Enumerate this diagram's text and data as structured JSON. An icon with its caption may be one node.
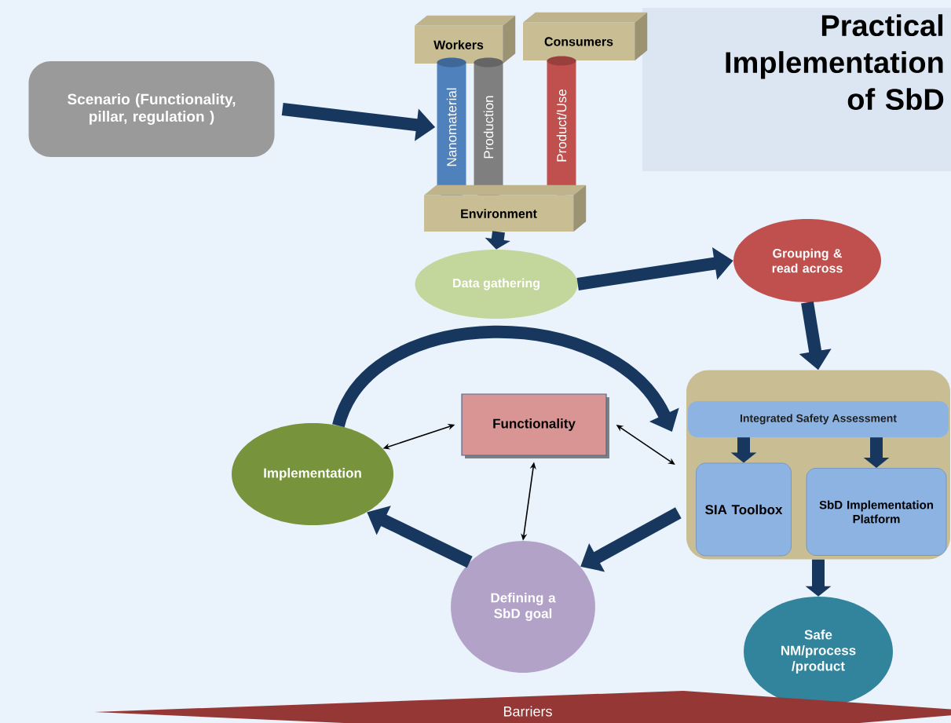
{
  "diagram": {
    "title": "Practical Implementation of SbD",
    "nodes": [
      {
        "text": [
          "Scenario (Functionality, pillar, regulation )"
        ]
      },
      {
        "text": [
          "Workers"
        ]
      },
      {
        "text": [
          "Consumers"
        ]
      },
      {
        "text": [
          "Nanomaterial"
        ]
      },
      {
        "text": [
          "Production"
        ]
      },
      {
        "text": [
          "Product/Use"
        ]
      },
      {
        "text": [
          "Environment"
        ]
      },
      {
        "text": [
          "Data gathering"
        ]
      },
      {
        "text": [
          "Grouping & read across"
        ]
      },
      {
        "text": [],
        "shape": "box"
      },
      {
        "text": [
          "Integrated Safety Assessment"
        ],
        "in": 9
      },
      {
        "text": [
          "SIA Toolbox"
        ],
        "in": 9
      },
      {
        "text": [
          "SbD Implementation Platform"
        ],
        "in": 9
      },
      {
        "text": [
          "Functionality"
        ]
      },
      {
        "text": [
          "Implementation"
        ]
      },
      {
        "text": [
          "Defining a SbD goal"
        ]
      },
      {
        "text": [
          "Safe NM/process /product"
        ]
      },
      {
        "text": [
          "Barriers"
        ]
      }
    ],
    "edges": [
      {
        "from": 0,
        "to": 3,
        "arrow": "to"
      },
      {
        "from": 6,
        "to": 7,
        "arrow": "to"
      },
      {
        "from": 7,
        "to": 8,
        "arrow": "to"
      },
      {
        "from": 8,
        "to": 9,
        "arrow": "to"
      },
      {
        "from": 10,
        "to": 11,
        "arrow": "to"
      },
      {
        "from": 10,
        "to": 12,
        "arrow": "to"
      },
      {
        "from": 9,
        "to": 16,
        "arrow": "to"
      },
      {
        "from": 14,
        "to": 9,
        "arrow": "to"
      },
      {
        "from": 9,
        "to": 15,
        "arrow": "to"
      },
      {
        "from": 15,
        "to": 14,
        "arrow": "to"
      },
      {
        "from": 13,
        "to": 14,
        "arrow": "both",
        "color": "#000000"
      },
      {
        "from": 13,
        "to": 9,
        "arrow": "both",
        "color": "#000000"
      },
      {
        "from": 13,
        "to": 15,
        "arrow": "both",
        "color": "#000000"
      }
    ]
  }
}
